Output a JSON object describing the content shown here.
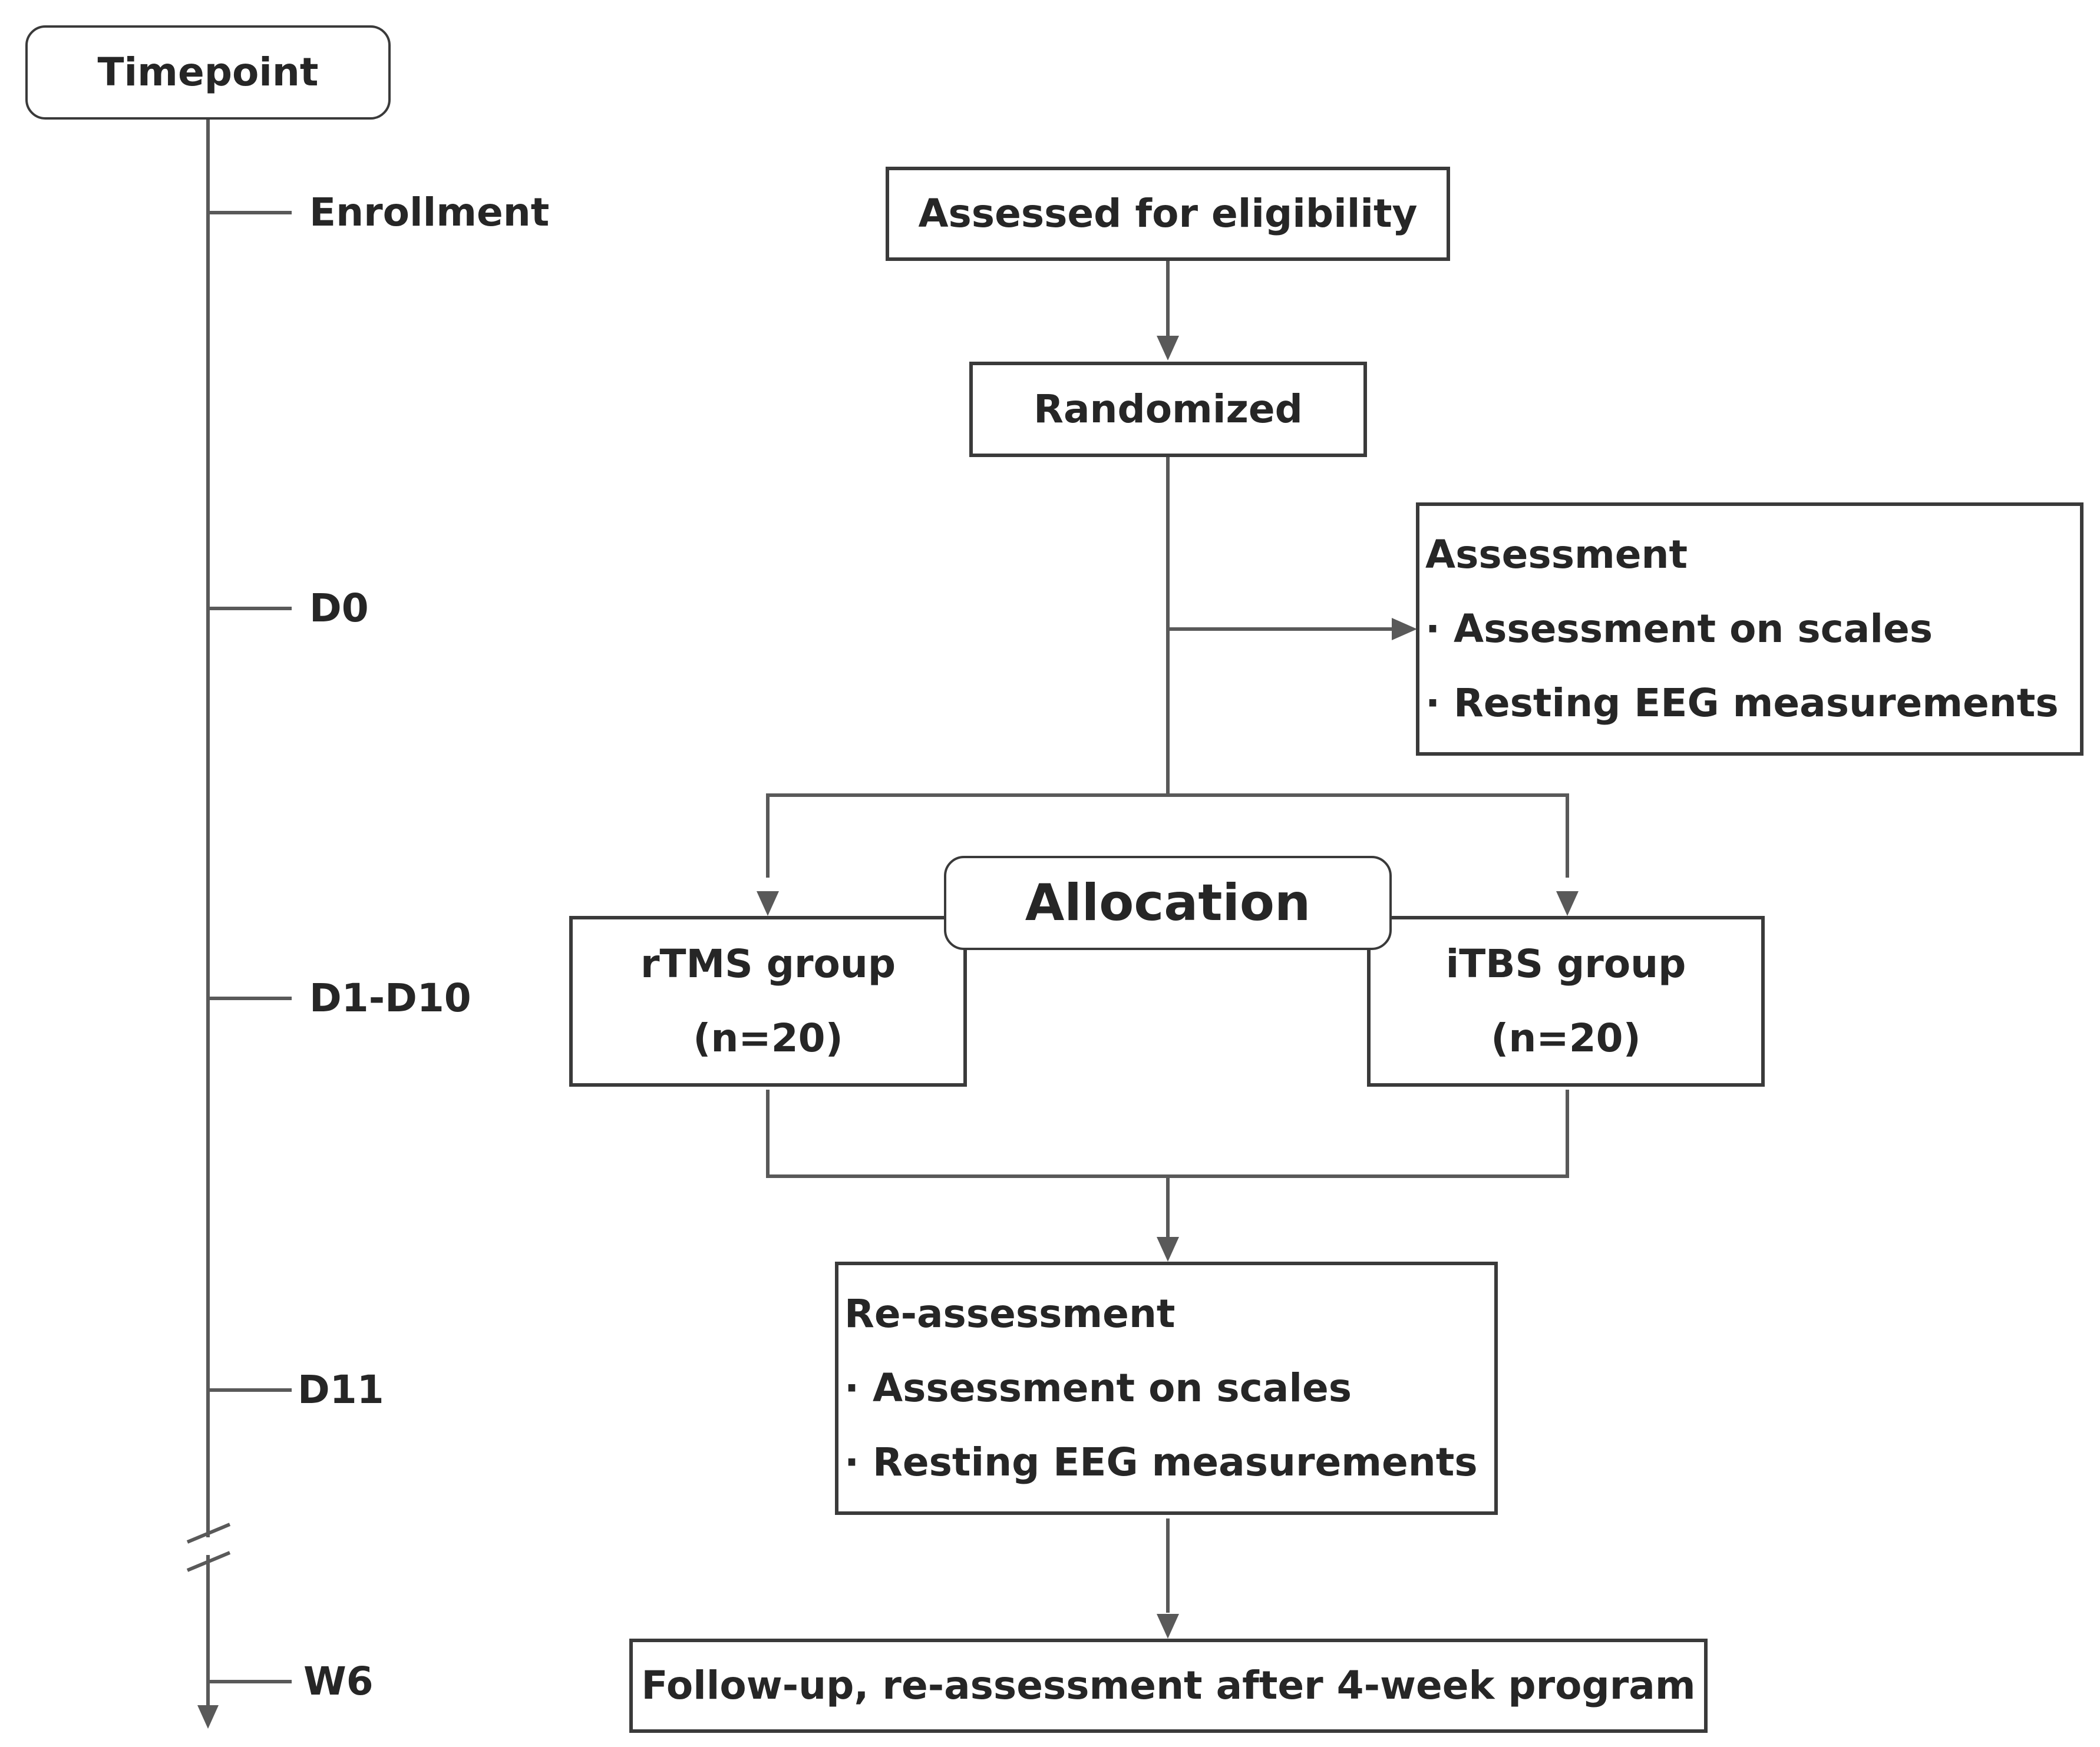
{
  "timeline": {
    "title": "Timepoint",
    "points": [
      "Enrollment",
      "D0",
      "D1-D10",
      "D11",
      "W6"
    ]
  },
  "flow": {
    "eligibility": "Assessed for eligibility",
    "randomized": "Randomized",
    "assessment": {
      "title": "Assessment",
      "items": [
        "· Assessment on scales",
        "· Resting EEG measurements"
      ]
    },
    "allocation": "Allocation",
    "groups": [
      {
        "name": "rTMS group",
        "n": "(n=20)"
      },
      {
        "name": "iTBS group",
        "n": "(n=20)"
      }
    ],
    "reassessment": {
      "title": "Re-assessment",
      "items": [
        "· Assessment on scales",
        "· Resting EEG measurements"
      ]
    },
    "followup": "Follow-up, re-assessment after 4-week program"
  },
  "colors": {
    "line": "#595959",
    "border": "#3a3a3a",
    "text": "#262626"
  }
}
